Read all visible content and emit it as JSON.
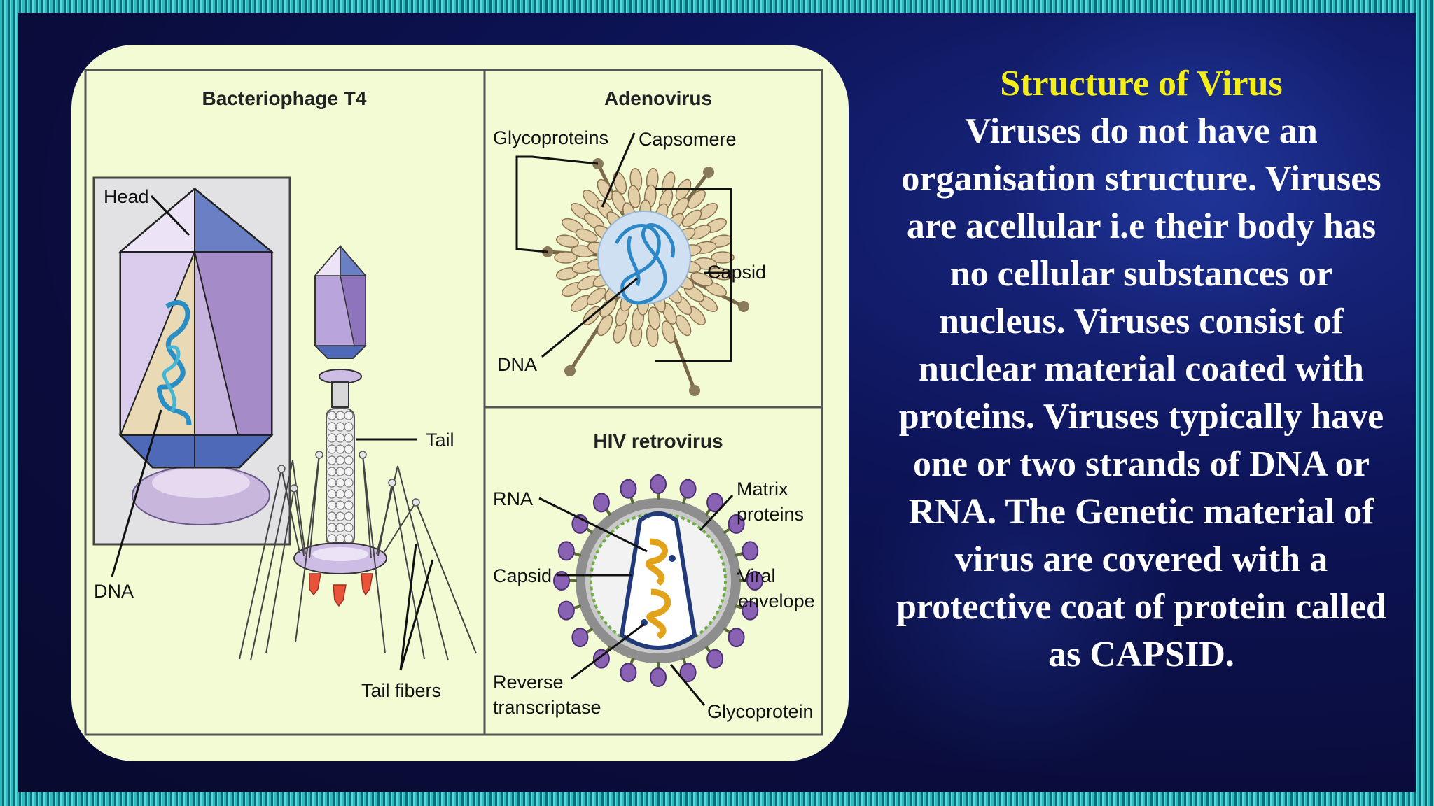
{
  "slide": {
    "title": "Structure of Virus",
    "body": "Viruses do not have an organisation structure. Viruses are acellular i.e their body has no cellular substances or nucleus. Viruses consist of nuclear material coated with proteins. Viruses typically have one or two strands of DNA or RNA. The Genetic material of virus are covered with a protective coat of protein called as CAPSID."
  },
  "diagram": {
    "t4": {
      "title": "Bacteriophage T4",
      "head": "Head",
      "tail": "Tail",
      "dna": "DNA",
      "tail_fibers": "Tail fibers"
    },
    "adeno": {
      "title": "Adenovirus",
      "glycoproteins": "Glycoproteins",
      "capsomere": "Capsomere",
      "capsid": "Capsid",
      "dna": "DNA"
    },
    "hiv": {
      "title": "HIV retrovirus",
      "rna": "RNA",
      "matrix_1": "Matrix",
      "matrix_2": "proteins",
      "capsid": "Capsid",
      "viral_1": "Viral",
      "viral_2": "envelope",
      "reverse_1": "Reverse",
      "reverse_2": "transcriptase",
      "glycoprotein": "Glycoprotein"
    }
  },
  "colors": {
    "title": "#f3ee1a",
    "body_text": "#ffffff",
    "panel": "#f3fbd5",
    "background": "#0a0d3c"
  }
}
